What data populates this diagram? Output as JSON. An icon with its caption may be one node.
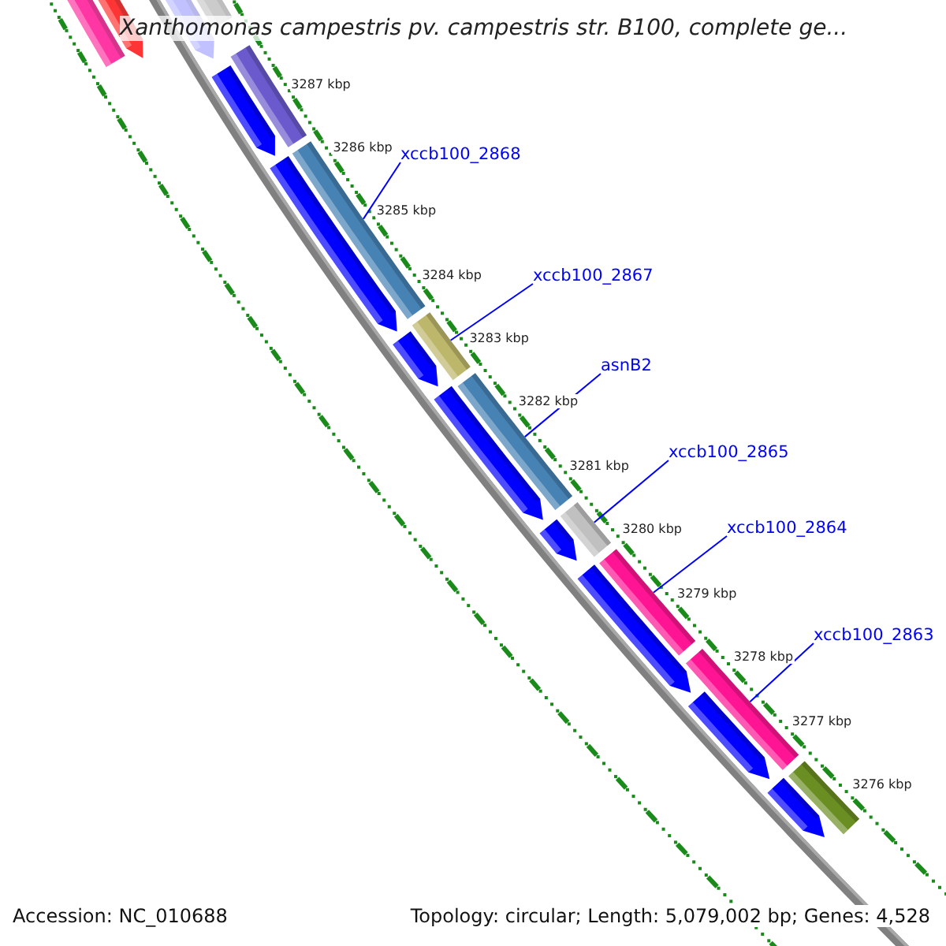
{
  "diagram": {
    "title": "Xanthomonas campestris pv. campestris str. B100, complete ge...",
    "nodes": [
      {
        "text": [
          "xccb100_2868"
        ]
      },
      {
        "text": [
          "xccb100_2867"
        ]
      },
      {
        "text": [
          "asnB2"
        ]
      },
      {
        "text": [
          "xccb100_2865"
        ]
      },
      {
        "text": [
          "xccb100_2864"
        ]
      },
      {
        "text": [
          "xccb100_2863"
        ]
      },
      {
        "text": [],
        "shape": "bar"
      },
      {
        "text": [],
        "shape": "bar"
      },
      {
        "text": [],
        "shape": "bar"
      },
      {
        "text": [],
        "shape": "bar"
      },
      {
        "text": [],
        "shape": "bar"
      },
      {
        "text": [],
        "shape": "bar"
      }
    ],
    "edges": [
      {
        "from": 0,
        "to": 6,
        "arrow": "none"
      },
      {
        "from": 1,
        "to": 7,
        "arrow": "none"
      },
      {
        "from": 2,
        "to": 8,
        "arrow": "none"
      },
      {
        "from": 3,
        "to": 9,
        "arrow": "none"
      },
      {
        "from": 4,
        "to": 10,
        "arrow": "none"
      },
      {
        "from": 5,
        "to": 11,
        "arrow": "none"
      }
    ],
    "labels": [
      "3287 kbp",
      "3286 kbp",
      "3285 kbp",
      "3284 kbp",
      "3283 kbp",
      "3282 kbp",
      "3281 kbp",
      "3280 kbp",
      "3279 kbp",
      "3278 kbp",
      "3277 kbp",
      "3276 kbp",
      "Accession: NC_010688",
      "Topology: circular; Length: 5,079,002 bp; Genes: 4,528"
    ]
  }
}
